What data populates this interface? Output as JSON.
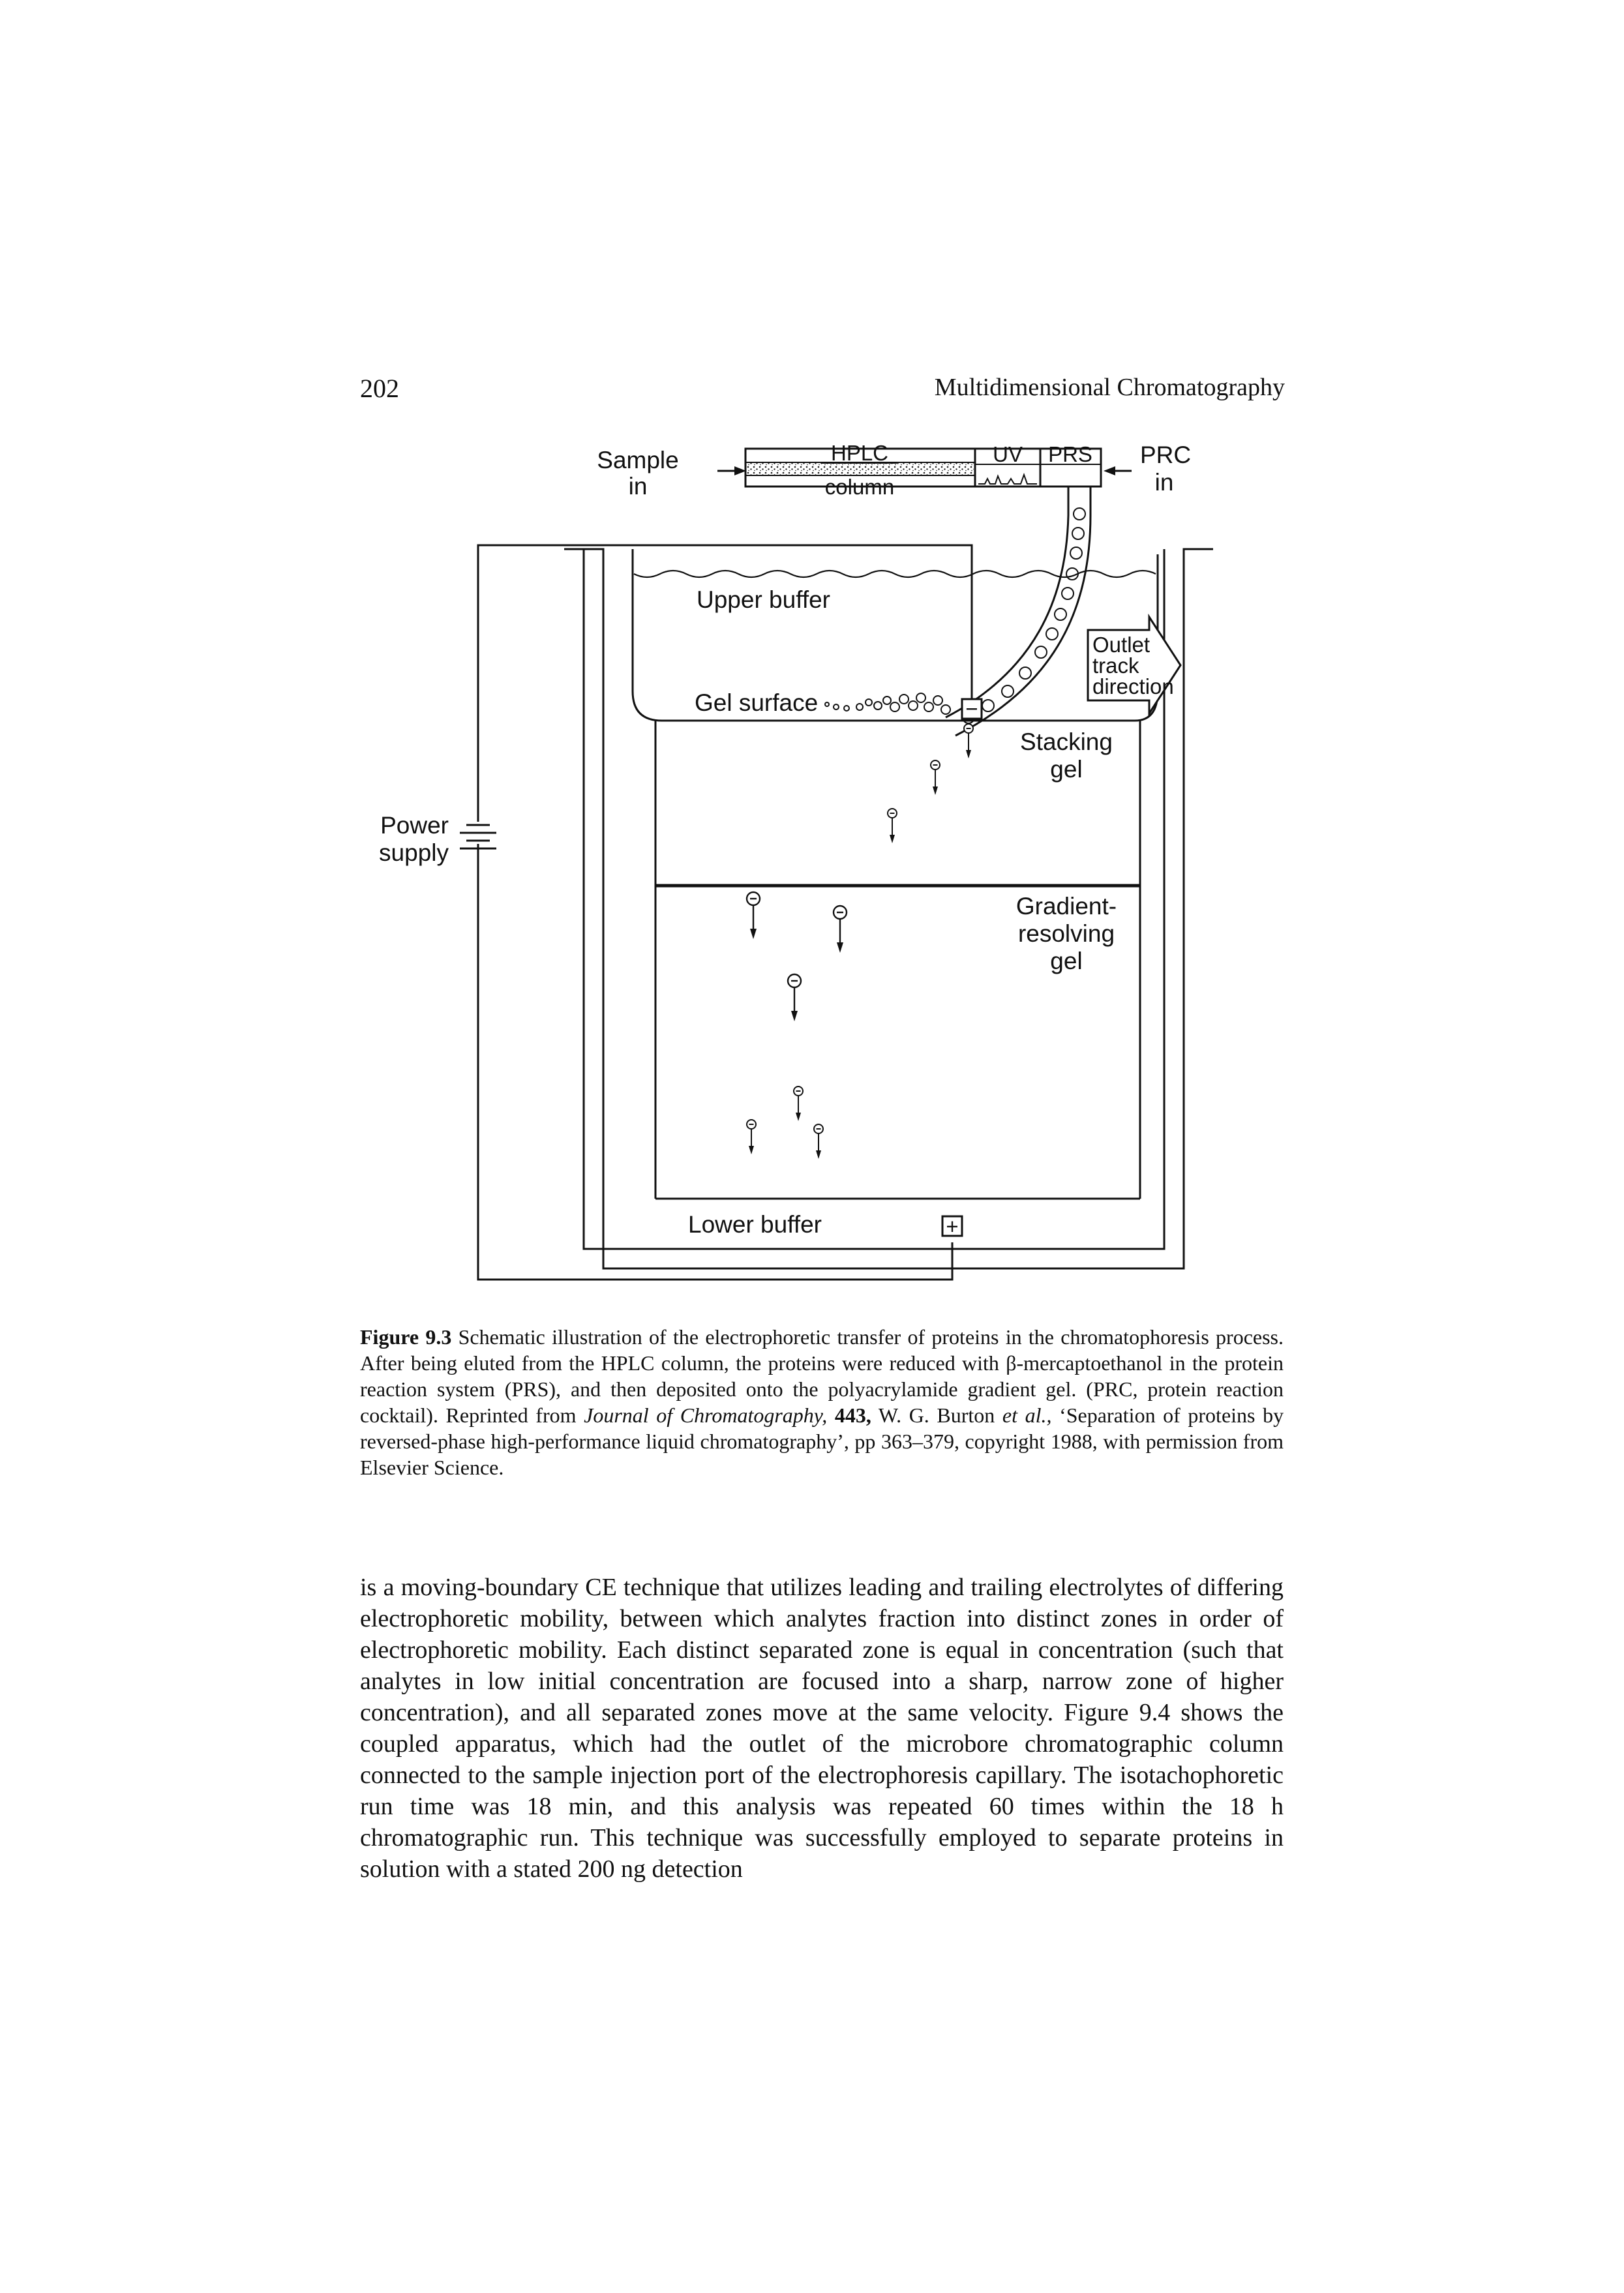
{
  "header": {
    "page_number": "202",
    "running_title": "Multidimensional Chromatography"
  },
  "figure": {
    "labels": {
      "sample_in_1": "Sample",
      "sample_in_2": "in",
      "hplc": "HPLC",
      "column": "column",
      "uv": "UV",
      "prs": "PRS",
      "prc_in_1": "PRC",
      "prc_in_2": "in",
      "upper_buffer": "Upper buffer",
      "gel_surface": "Gel surface",
      "outlet_1": "Outlet",
      "outlet_2": "track",
      "outlet_3": "direction",
      "stacking_1": "Stacking",
      "stacking_2": "gel",
      "gradient_1": "Gradient-",
      "gradient_2": "resolving",
      "gradient_3": "gel",
      "power_1": "Power",
      "power_2": "supply",
      "lower_buffer": "Lower buffer",
      "minus_sign": "−",
      "plus_sign": "+"
    }
  },
  "caption": {
    "label": "Figure 9.3",
    "text_1": "Schematic illustration of the electrophoretic transfer of proteins in the chromatophoresis process. After being eluted from the HPLC column, the proteins were reduced with β-mercaptoethanol in the protein reaction system (PRS), and then deposited onto the polyacrylamide gradient gel. (PRC, protein reaction cocktail). Reprinted from",
    "journal": "Journal of Chromatography,",
    "volume": "443,",
    "text_2": "W. G. Burton",
    "et_al": "et al.,",
    "text_3": "‘Separation of proteins by reversed-phase high-performance liquid chromatography’, pp 363–379, copyright 1988, with permission from Elsevier Science."
  },
  "body": {
    "paragraph": "is a moving-boundary CE technique that utilizes leading and trailing electrolytes of differing electrophoretic mobility, between which analytes fraction into distinct zones in order of electrophoretic mobility. Each distinct separated zone is equal in concentration (such that analytes in low initial concentration are focused into a sharp, narrow zone of higher concentration), and all separated zones move at the same velocity. Figure 9.4 shows the coupled apparatus, which had the outlet of the microbore chromatographic column connected to the sample injection port of the electrophoresis capillary. The isotachophoretic run time was 18 min, and this analysis was repeated 60 times within the 18 h chromatographic run. This technique was successfully employed to separate proteins in solution with a stated 200 ng detection"
  }
}
